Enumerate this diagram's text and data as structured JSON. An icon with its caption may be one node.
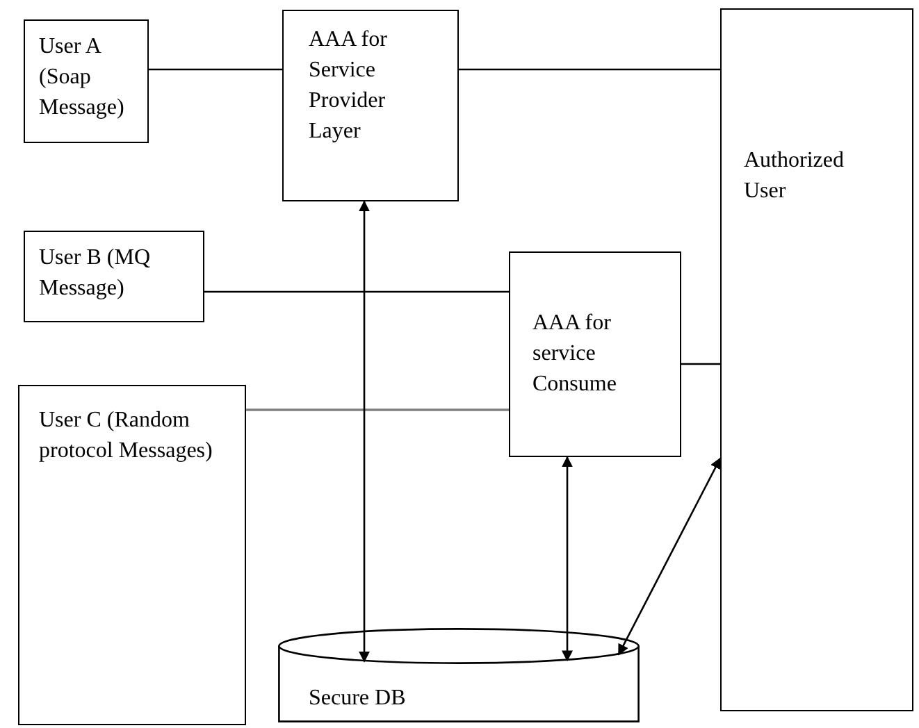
{
  "diagram": {
    "nodes": [
      {
        "text": [
          "User A (Soap Message)"
        ]
      },
      {
        "text": [
          "AAA for Service Provider Layer"
        ]
      },
      {
        "text": [
          "Authorized User"
        ]
      },
      {
        "text": [
          "User B (MQ Message)"
        ]
      },
      {
        "text": [
          "AAA for service Consume"
        ]
      },
      {
        "text": [
          "User C (Random protocol Messages)"
        ]
      },
      {
        "text": [
          "Secure DB"
        ]
      }
    ],
    "edges": [
      {
        "from": 0,
        "to": 1,
        "arrow": "none"
      },
      {
        "from": 1,
        "to": 2,
        "arrow": "none"
      },
      {
        "from": 3,
        "to": 4,
        "arrow": "none"
      },
      {
        "from": 5,
        "to": 4,
        "arrow": "none",
        "color": "#808080"
      },
      {
        "from": 4,
        "to": 2,
        "arrow": "none"
      },
      {
        "from": 1,
        "to": 6,
        "arrow": "both"
      },
      {
        "from": 4,
        "to": 6,
        "arrow": "both"
      },
      {
        "from": 2,
        "to": 6,
        "arrow": "both"
      }
    ]
  }
}
